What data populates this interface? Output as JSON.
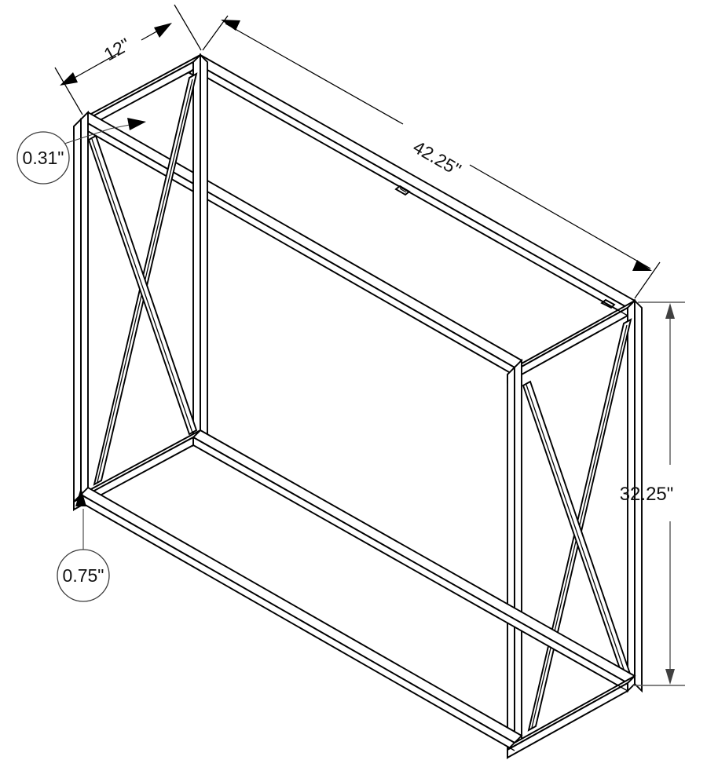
{
  "drawing": {
    "title": "Console Table Isometric Dimension Drawing",
    "background_color": "#ffffff",
    "line_color": "#000000",
    "dimension_line_color": "#595959"
  },
  "dimensions": {
    "depth": {
      "label": "12\"",
      "name": "depth-dimension",
      "value": 12,
      "unit": "in"
    },
    "width": {
      "label": "42.25\"",
      "name": "width-dimension",
      "value": 42.25,
      "unit": "in"
    },
    "height": {
      "label": "32.25\"",
      "name": "height-dimension",
      "value": 32.25,
      "unit": "in"
    }
  },
  "callouts": [
    {
      "label": "0.31\"",
      "name": "tube-thickness-callout",
      "value": 0.31,
      "unit": "in"
    },
    {
      "label": "0.75\"",
      "name": "leg-width-callout",
      "value": 0.75,
      "unit": "in"
    }
  ],
  "icons": {
    "arrowhead": "arrowhead-icon",
    "bracket": "bracket-connector-icon"
  }
}
